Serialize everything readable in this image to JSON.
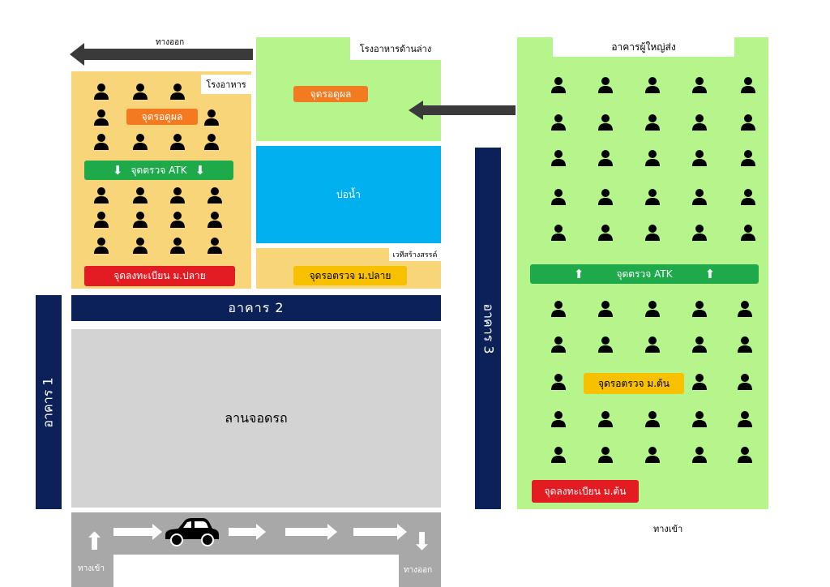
{
  "top_exit_label": "ทางออก",
  "canteen": {
    "title": "โรงอาหาร",
    "wait_label": "จุดรอดูผล",
    "atk_label": "จุดตรวจ ATK",
    "register_label": "จุดลงทะเบียน ม.ปลาย"
  },
  "lower_canteen": {
    "title": "โรงอาหารด้านล่าง",
    "wait_label": "จุดรอดูผล"
  },
  "pond": {
    "label": "บ่อน้ำ"
  },
  "stage": {
    "title": "เวทีสร้างสรรค์",
    "wait_label": "จุดรอตรวจ ม.ปลาย"
  },
  "building2": {
    "label": "อาคาร 2"
  },
  "building1": {
    "label": "อาคาร 1"
  },
  "building3": {
    "label": "อาคาร 3"
  },
  "parking": {
    "label": "ลานจอดรถ"
  },
  "road": {
    "entry_label": "ทางเข้า",
    "exit_label": "ทางออก"
  },
  "senior_building": {
    "title": "อาคารผู้ใหญ่ส่ง",
    "atk_label": "จุดตรวจ ATK",
    "wait_label": "จุดรอตรวจ ม.ต้น",
    "register_label": "จุดลงทะเบียน ม.ต้น"
  },
  "right_entry_label": "ทางเข้า",
  "colors": {
    "yellow": "#f9d57a",
    "green": "#b6f48c",
    "blue": "#00b0ef",
    "navy": "#0b2158",
    "grey": "#d3d3d3",
    "orange": "#f47a20",
    "atk_green": "#1eaa4b",
    "red": "#e31b23",
    "gold": "#f7c100"
  }
}
